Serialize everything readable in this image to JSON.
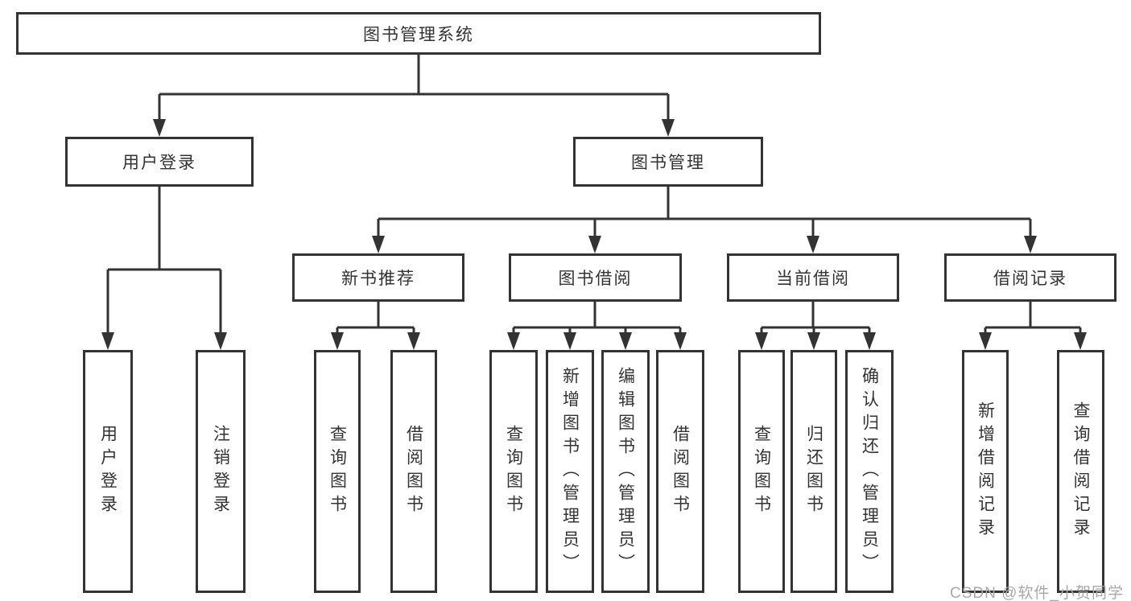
{
  "tree": {
    "root": {
      "label": "图书管理系统"
    },
    "children": [
      {
        "label": "用户登录",
        "children": [
          {
            "label": "用户登录"
          },
          {
            "label": "注销登录"
          }
        ]
      },
      {
        "label": "图书管理",
        "children": [
          {
            "label": "新书推荐",
            "children": [
              {
                "label": "查询图书"
              },
              {
                "label": "借阅图书"
              }
            ]
          },
          {
            "label": "图书借阅",
            "children": [
              {
                "label": "查询图书"
              },
              {
                "label": "新增图书（管理员）"
              },
              {
                "label": "编辑图书（管理员）"
              },
              {
                "label": "借阅图书"
              }
            ]
          },
          {
            "label": "当前借阅",
            "children": [
              {
                "label": "查询图书"
              },
              {
                "label": "归还图书"
              },
              {
                "label": "确认归还（管理员）"
              }
            ]
          },
          {
            "label": "借阅记录",
            "children": [
              {
                "label": "新增借阅记录"
              },
              {
                "label": "查询借阅记录"
              }
            ]
          }
        ]
      }
    ]
  },
  "watermark": "CSDN @软件_小贺同学",
  "colors": {
    "line": "#333333",
    "box_border": "#333333",
    "box_background": "#ffffff",
    "text": "#333333",
    "watermark": "#a8a8a8",
    "page_background": "#ffffff"
  }
}
